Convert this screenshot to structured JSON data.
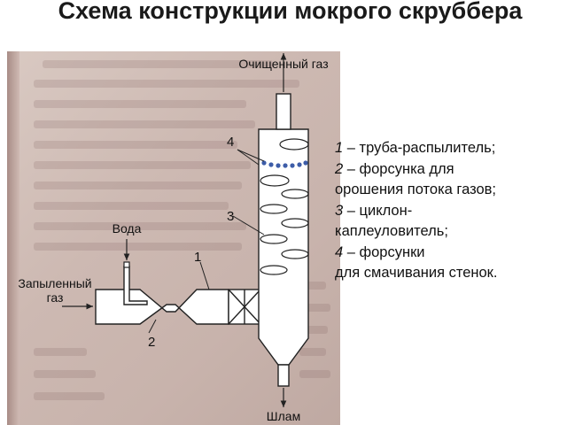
{
  "title": "Схема конструкции мокрого скруббера",
  "labels": {
    "clean_gas": "Очищенный газ",
    "water": "Вода",
    "dusty_gas": "Запыленный газ",
    "sludge": "Шлам"
  },
  "numbers": {
    "n1": "1",
    "n2": "2",
    "n3": "3",
    "n4": "4"
  },
  "legend": [
    {
      "num": "1",
      "text": " – труба-распылитель;"
    },
    {
      "num": "2",
      "text": " – форсунка для"
    },
    {
      "num": "",
      "text": "орошения потока газов;"
    },
    {
      "num": "3",
      "text": " – циклон-"
    },
    {
      "num": "",
      "text": "каплеуловитель;"
    },
    {
      "num": "4",
      "text": " – форсунки"
    },
    {
      "num": "",
      "text": "для смачивания стенок."
    }
  ],
  "colors": {
    "nozzle_dots": "#3d5da8",
    "lines": "#222222"
  }
}
